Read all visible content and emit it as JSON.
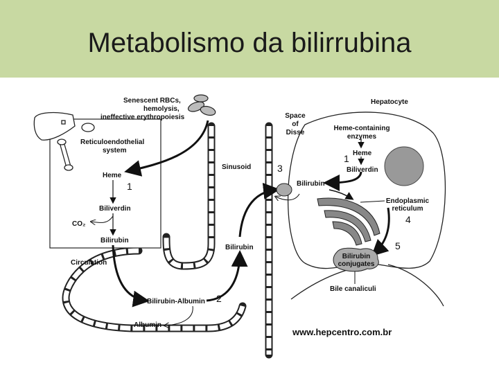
{
  "slide": {
    "title": "Metabolismo da bilirrubina"
  },
  "diagram": {
    "labels": {
      "senescent_1": "Senescent RBCs,",
      "senescent_2": "hemolysis,",
      "senescent_3": "ineffective erythropoiesis",
      "res_1": "Reticuloendothelial",
      "res_2": "system",
      "heme_res": "Heme",
      "biliverdin_res": "Biliverdin",
      "co2": "CO₂",
      "bilirubin_res": "Bilirubin",
      "circulation": "Circulation",
      "bilirubin_albumin": "Bilirubin-Albumin",
      "albumin": "Albumin",
      "sinusoid": "Sinusoid",
      "bilirubin_sinusoid": "Bilirubin",
      "space_1": "Space",
      "space_2": "of",
      "space_3": "Disse",
      "hepatocyte": "Hepatocyte",
      "heme_enzymes_1": "Heme-containing",
      "heme_enzymes_2": "enzymes",
      "heme_hep": "Heme",
      "biliverdin_hep": "Biliverdin",
      "bilirubin_hep": "Bilirubin",
      "er_1": "Endoplasmic",
      "er_2": "reticulum",
      "conj_1": "Bilirubin",
      "conj_2": "conjugates",
      "bile_canaliculi": "Bile canaliculi"
    },
    "step_numbers": {
      "res_step": "1",
      "albumin_step": "2",
      "uptake_step": "3",
      "hep_step": "1",
      "er_step": "4",
      "excretion_step": "5"
    },
    "website": "www.hepcentro.com.br"
  }
}
